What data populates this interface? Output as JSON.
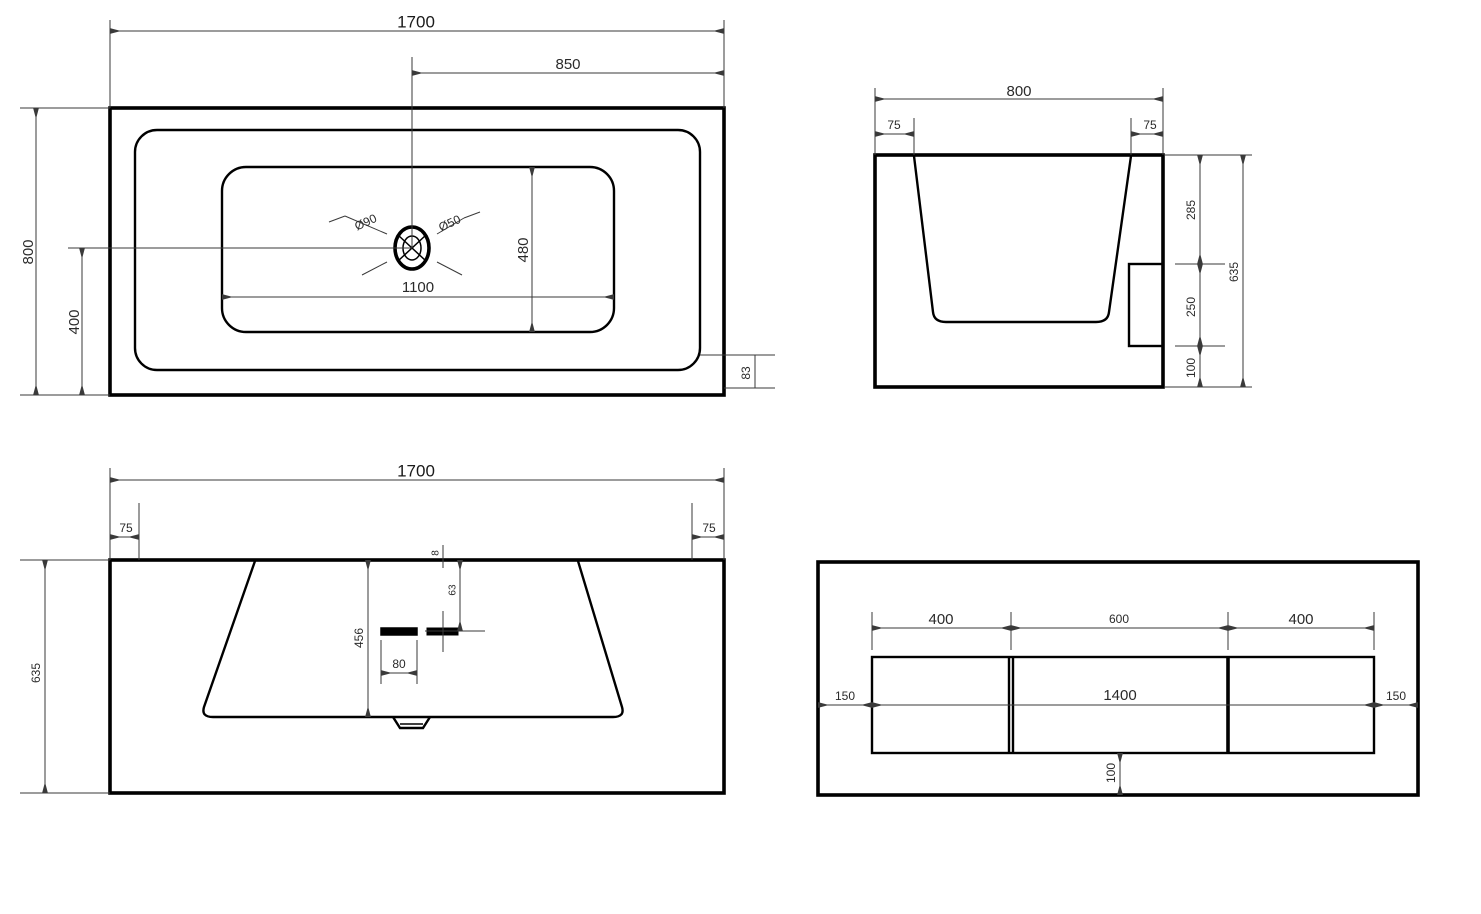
{
  "drawing": {
    "type": "technical-drawing",
    "subject": "freestanding-rectangular-bathtub",
    "units": "mm",
    "background_color": "#ffffff",
    "line_color": "#000000",
    "dimension_color": "#3a3a3a"
  },
  "views": {
    "top": {
      "name": "top-view",
      "dimensions": {
        "overall_length": "1700",
        "drain_from_right": "850",
        "overall_width": "800",
        "drain_from_bottom": "400",
        "inner_basin_length": "1100",
        "inner_basin_width": "480",
        "rim_thickness": "83",
        "drain_outer_dia": "Ø90",
        "drain_inner_dia": "Ø50"
      }
    },
    "side": {
      "name": "side-section-view",
      "dimensions": {
        "overall_width": "800",
        "left_rim": "75",
        "right_rim": "75",
        "upper_height": "285",
        "mid_height": "250",
        "lower_height": "100",
        "total_height": "635"
      }
    },
    "front": {
      "name": "front-section-view",
      "dimensions": {
        "overall_length": "1700",
        "left_rim": "75",
        "right_rim": "75",
        "total_height": "635",
        "basin_depth": "456",
        "overflow_width": "80",
        "overflow_slot_height": "8",
        "overflow_from_rim": "63"
      }
    },
    "base": {
      "name": "base-frame-plan-view",
      "dimensions": {
        "left_segment": "400",
        "center_segment": "600",
        "right_segment": "400",
        "frame_length": "1400",
        "left_offset": "150",
        "right_offset": "150",
        "bottom_offset": "100"
      }
    }
  }
}
